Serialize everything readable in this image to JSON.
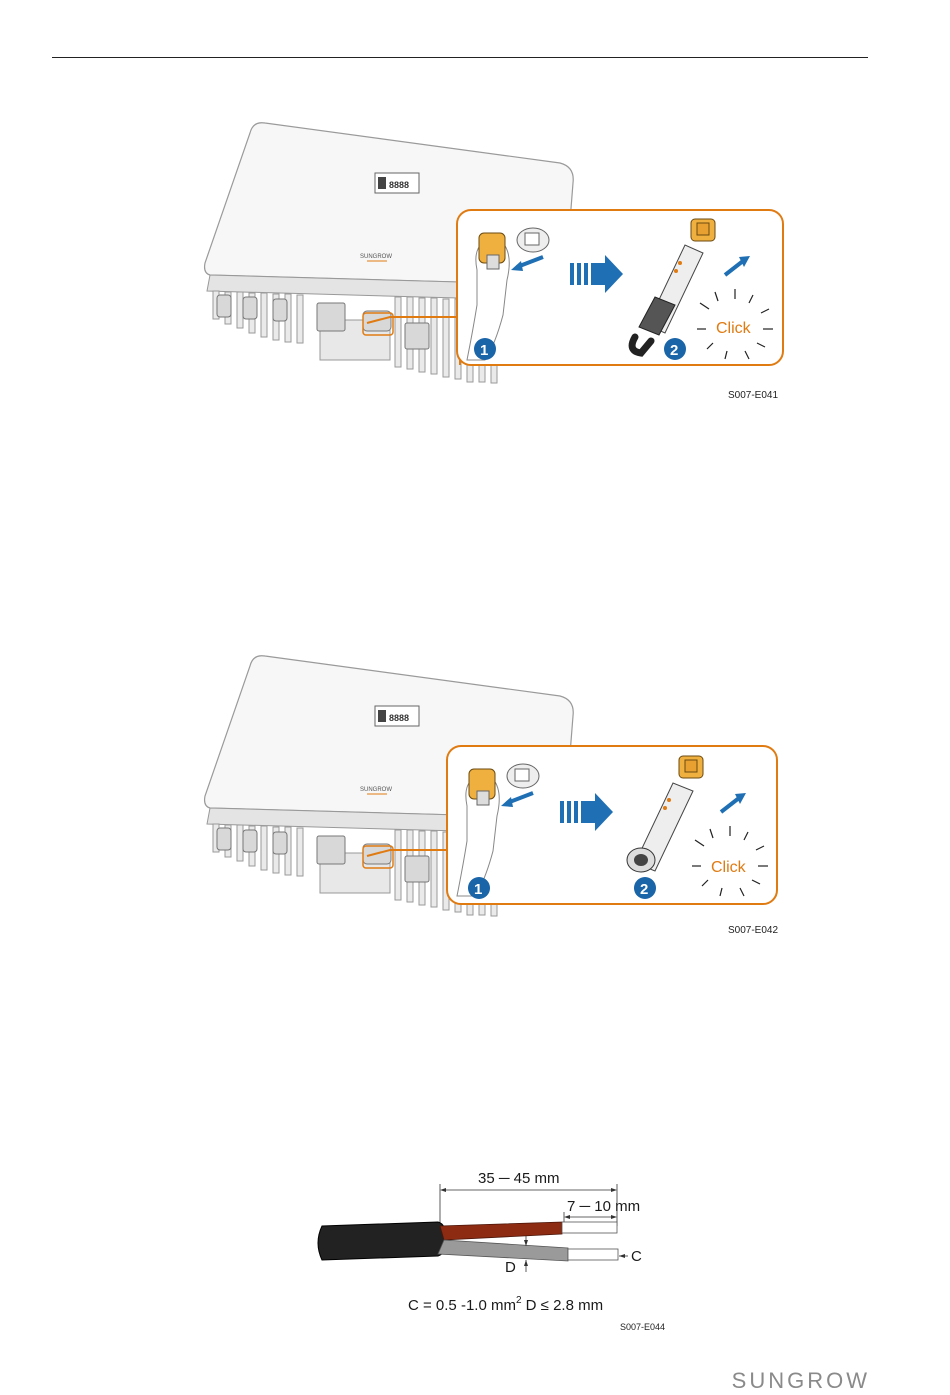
{
  "figures": [
    {
      "logo_text": "SUNGROW",
      "display_text": "8888",
      "step1": "1",
      "step2": "2",
      "click_label": "Click",
      "code": "S007-E041"
    },
    {
      "logo_text": "SUNGROW",
      "display_text": "8888",
      "step1": "1",
      "step2": "2",
      "click_label": "Click",
      "code": "S007-E042"
    }
  ],
  "cable": {
    "outer_dim": "35 ─ 45 mm",
    "inner_dim": "7 ─ 10 mm",
    "label_c": "C",
    "label_d": "D",
    "formula_c": "C = 0.5 -1.0 mm",
    "formula_sup": "2",
    "formula_d": " D ≤ 2.8 mm",
    "code": "S007-E044"
  },
  "footer": {
    "brand": "SUNGROW"
  },
  "colors": {
    "accent_orange": "#e07b12",
    "step_blue": "#1a64a8",
    "arrow_blue": "#1f6fb4",
    "wire_red": "#8c2b12"
  }
}
